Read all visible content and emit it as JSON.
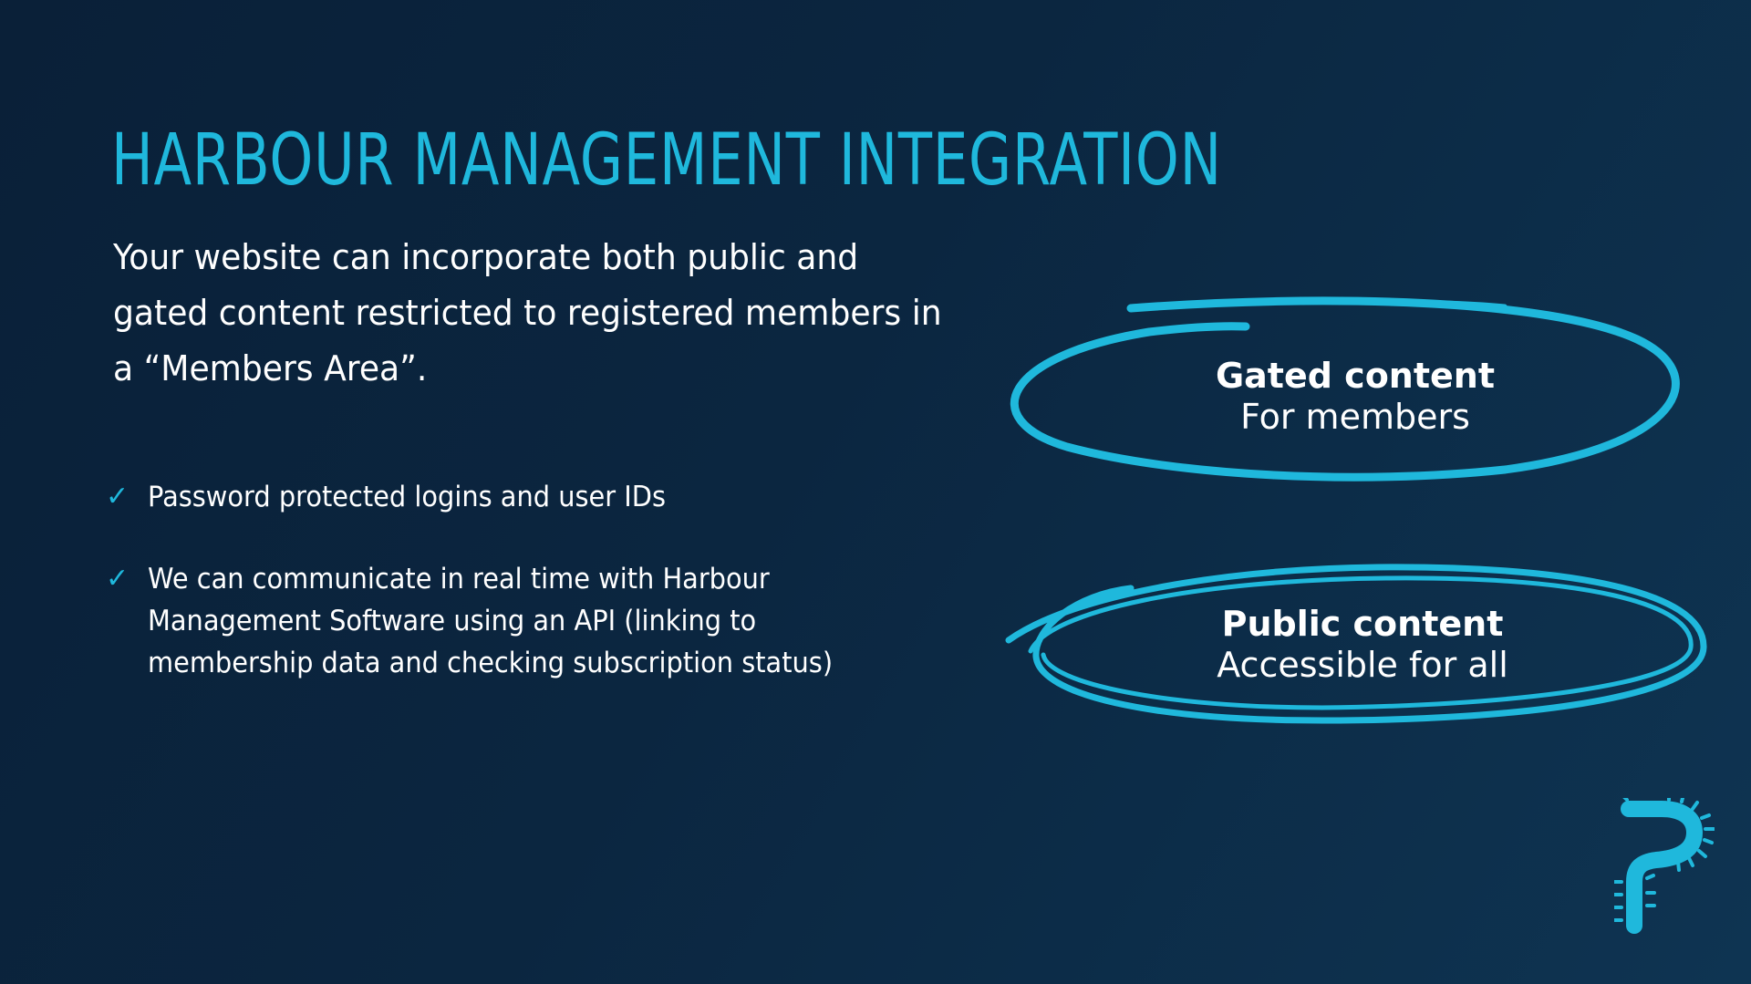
{
  "slide": {
    "title": "HARBOUR MANAGEMENT INTEGRATION",
    "intro": "Your website can incorporate both public and gated content restricted to registered members in a “Members Area”.",
    "bullets": [
      {
        "icon": "checkmark-icon",
        "glyph": "✓",
        "text": "Password protected logins and user IDs"
      },
      {
        "icon": "checkmark-icon",
        "glyph": "✓",
        "text": "We can communicate in real time with Harbour Management Software using an API (linking to membership data and checking subscription status)"
      }
    ],
    "gated": {
      "heading": "Gated content",
      "sub": "For members"
    },
    "public": {
      "heading": "Public content",
      "sub": "Accessible for all"
    },
    "logo_icon": "brand-p-logo-icon"
  },
  "colors": {
    "accent": "#1fb8dc",
    "background_start": "#0a2038",
    "background_end": "#0e3452",
    "text": "#ffffff"
  }
}
